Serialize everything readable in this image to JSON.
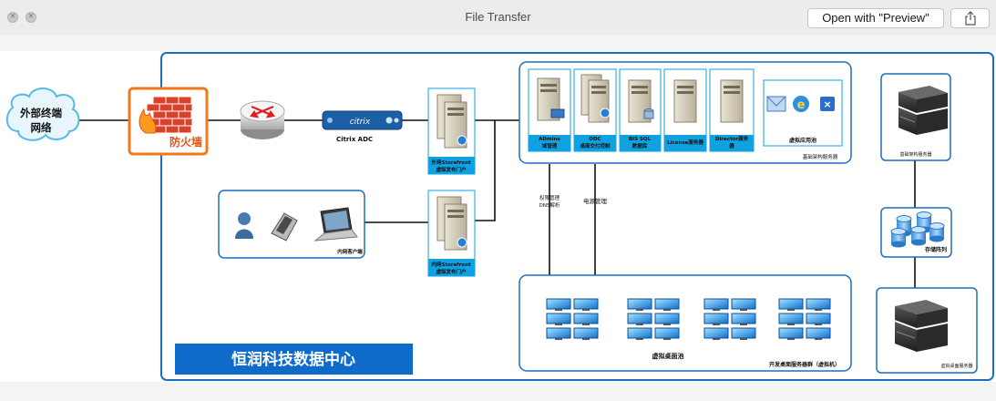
{
  "window": {
    "title": "File Transfer",
    "open_with_label": "Open with \"Preview\"",
    "share_icon": "share-icon",
    "close_icon": "close-icon",
    "minimize_icon": "minimize-icon"
  },
  "diagram": {
    "datacenter_title": "恒润科技数据中心",
    "external_network": [
      "外部终端",
      "网络"
    ],
    "firewall_label": "防火墙",
    "router_label": "",
    "citrix_adc_label": "Citrix ADC",
    "citrix_brand": "citrix",
    "external_storefront": [
      "外网Storefront",
      "虚拟发布门户"
    ],
    "internal_storefront": [
      "内网Storefront",
      "虚拟发布门户"
    ],
    "internal_clients_label": "内网客户端",
    "infra_group_label": "基础架构服务器",
    "infra_servers": [
      {
        "line1": "ADmins",
        "line2": "域管理"
      },
      {
        "line1": "DDC",
        "line2": "桌面交付控制"
      },
      {
        "line1": "BIS SQL",
        "line2": "数据库"
      },
      {
        "line1": "License服务器",
        "line2": ""
      },
      {
        "line1": "Director服务",
        "line2": "器"
      }
    ],
    "virtual_apps_label": "虚拟应用池",
    "auth_label": [
      "权限管理",
      "DNS解析"
    ],
    "power_label": "电源管理",
    "vdi_pool_label": "虚拟桌面池",
    "vdi_group_label": "开发桌面服务器群（虚拟机）",
    "infra_hw_label": "基础架构服务器",
    "storage_label": "存储阵列",
    "vdi_hw_label": "虚拟桌面服务器",
    "colors": {
      "frame": "#1a6fc0",
      "accent": "#0fa1e0",
      "firewall": "#f07a1a",
      "title_bar": "#0e6bc9"
    }
  }
}
